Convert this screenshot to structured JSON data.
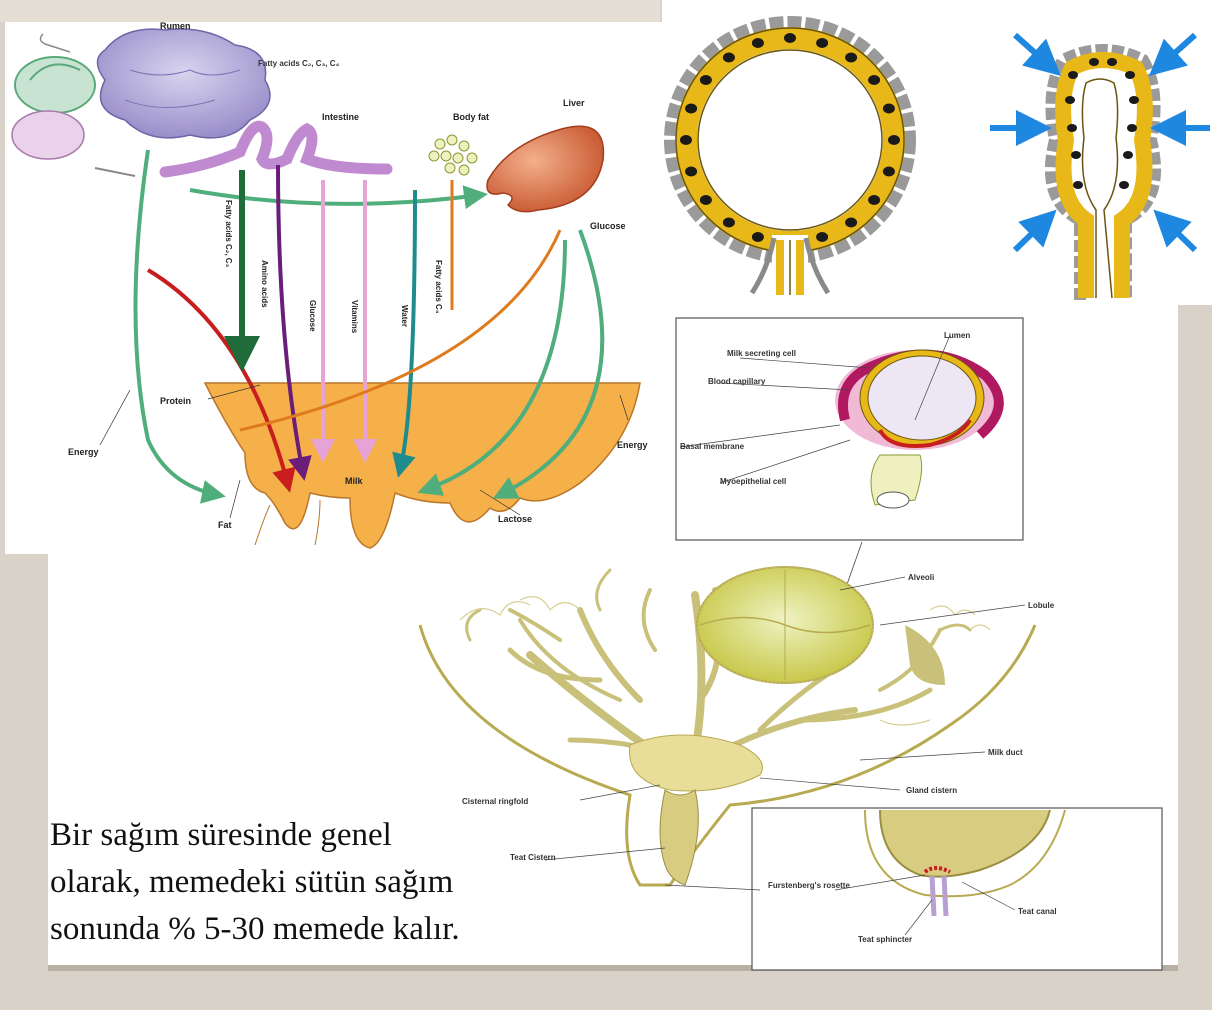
{
  "caption": {
    "line1": "Bir sağım  süresinde genel",
    "line2": "olarak, memedeki sütün  sağım",
    "line3": "sonunda % 5-30 memede kalır."
  },
  "metabolism": {
    "rumen": "Rumen",
    "fatty_acids": "Fatty acids C₂, C₃, C₄",
    "intestine": "Intestine",
    "body_fat": "Body fat",
    "liver": "Liver",
    "glucose": "Glucose",
    "protein": "Protein",
    "energy_left": "Energy",
    "energy_right": "Energy",
    "milk": "Milk",
    "fat": "Fat",
    "lactose": "Lactose",
    "arrow_fatty_acids": "Fatty acids C₂, C₃",
    "arrow_amino_acids": "Amino acids",
    "arrow_glucose": "Glucose",
    "arrow_vitamins": "Vitamins",
    "arrow_water": "Water",
    "arrow_fatty_acids_2": "Fatty acids C₄"
  },
  "alveolus": {
    "lumen": "Lumen",
    "milk_secreting_cell": "Milk secreting cell",
    "blood_capillary": "Blood capillary",
    "basal_membrane": "Basal membrane",
    "myoepithelial_cell": "Myoepithelial cell"
  },
  "udder": {
    "alveoli": "Alveoli",
    "lobule": "Lobule",
    "milk_duct": "Milk duct",
    "cisternal_ringfold": "Cisternal ringfold",
    "gland_cistern": "Gland cistern",
    "teat_cistern": "Teat Cistern",
    "furstenbergs_rosette": "Furstenberg's rosette",
    "teat_canal": "Teat canal",
    "teat_sphincter": "Teat sphincter"
  },
  "colors": {
    "green": "#4fae7c",
    "red": "#c81e1e",
    "purple": "#6a1e7a",
    "pink": "#e6a3d6",
    "teal": "#1e8c8c",
    "orange": "#e07a1e",
    "dark_green": "#1f6b3a",
    "udder_fill": "#f6b04a",
    "duct_fill": "#c9c07a",
    "cell_yellow": "#e8b818"
  }
}
